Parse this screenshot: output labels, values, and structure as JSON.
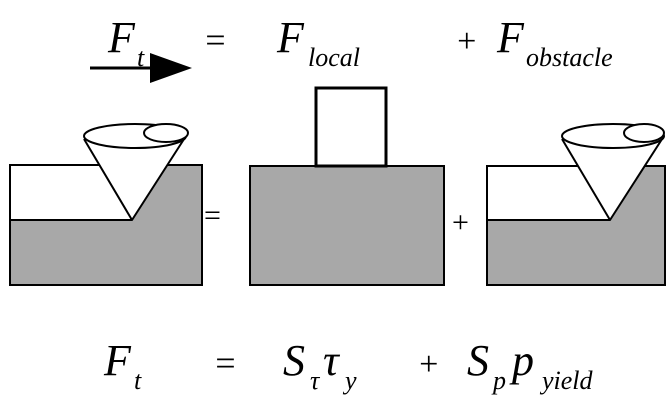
{
  "equation_top": {
    "lhs": {
      "symbol": "F",
      "subscript": "t"
    },
    "equals": "=",
    "plus": "+",
    "term1": {
      "symbol": "F",
      "subscript": "local"
    },
    "term2": {
      "symbol": "F",
      "subscript": "obstacle"
    }
  },
  "figure": {
    "equals": "=",
    "plus": "+",
    "panels": [
      "indenter-in-groove",
      "block-on-surface",
      "indenter-in-groove"
    ],
    "colors": {
      "fill": "#a8a8a8",
      "stroke": "#000000",
      "background": "#ffffff"
    }
  },
  "equation_bottom": {
    "lhs": {
      "symbol": "F",
      "subscript": "t"
    },
    "equals": "=",
    "plus": "+",
    "term1": {
      "symbol": "S",
      "subscript": "τ",
      "symbol2": "τ",
      "subscript2": "y"
    },
    "term2": {
      "symbol": "S",
      "subscript": "p",
      "symbol2": "p",
      "subscript2": "yield"
    }
  }
}
